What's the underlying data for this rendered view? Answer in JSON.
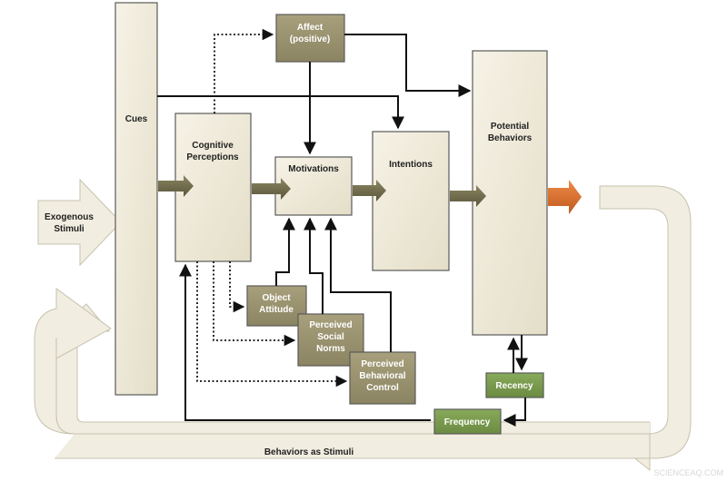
{
  "colors": {
    "box_fill": "#efead9",
    "box_stroke": "#5a5a5a",
    "olive_box": "#9b9370",
    "green_box": "#7a9a4e",
    "loop_arrow": "#f1ede0",
    "thick_arrow": "#6e6a4c",
    "output_arrow": "#d36b2b",
    "line": "#111111"
  },
  "nodes": {
    "cues": "Cues",
    "exogenous": [
      "Exogenous",
      "Stimuli"
    ],
    "cognitive": [
      "Cognitive",
      "Perceptions"
    ],
    "affect": [
      "Affect",
      "(positive)"
    ],
    "motivations": "Motivations",
    "intentions": "Intentions",
    "potential": [
      "Potential",
      "Behaviors"
    ],
    "object_attitude": [
      "Object",
      "Attitude"
    ],
    "social_norms": [
      "Perceived",
      "Social",
      "Norms"
    ],
    "behavioral_control": [
      "Perceived",
      "Behavioral",
      "Control"
    ],
    "recency": "Recency",
    "frequency": "Frequency",
    "behaviors_as_stimuli": "Behaviors as Stimuli"
  },
  "watermark": "SCIENCEAQ.COM"
}
